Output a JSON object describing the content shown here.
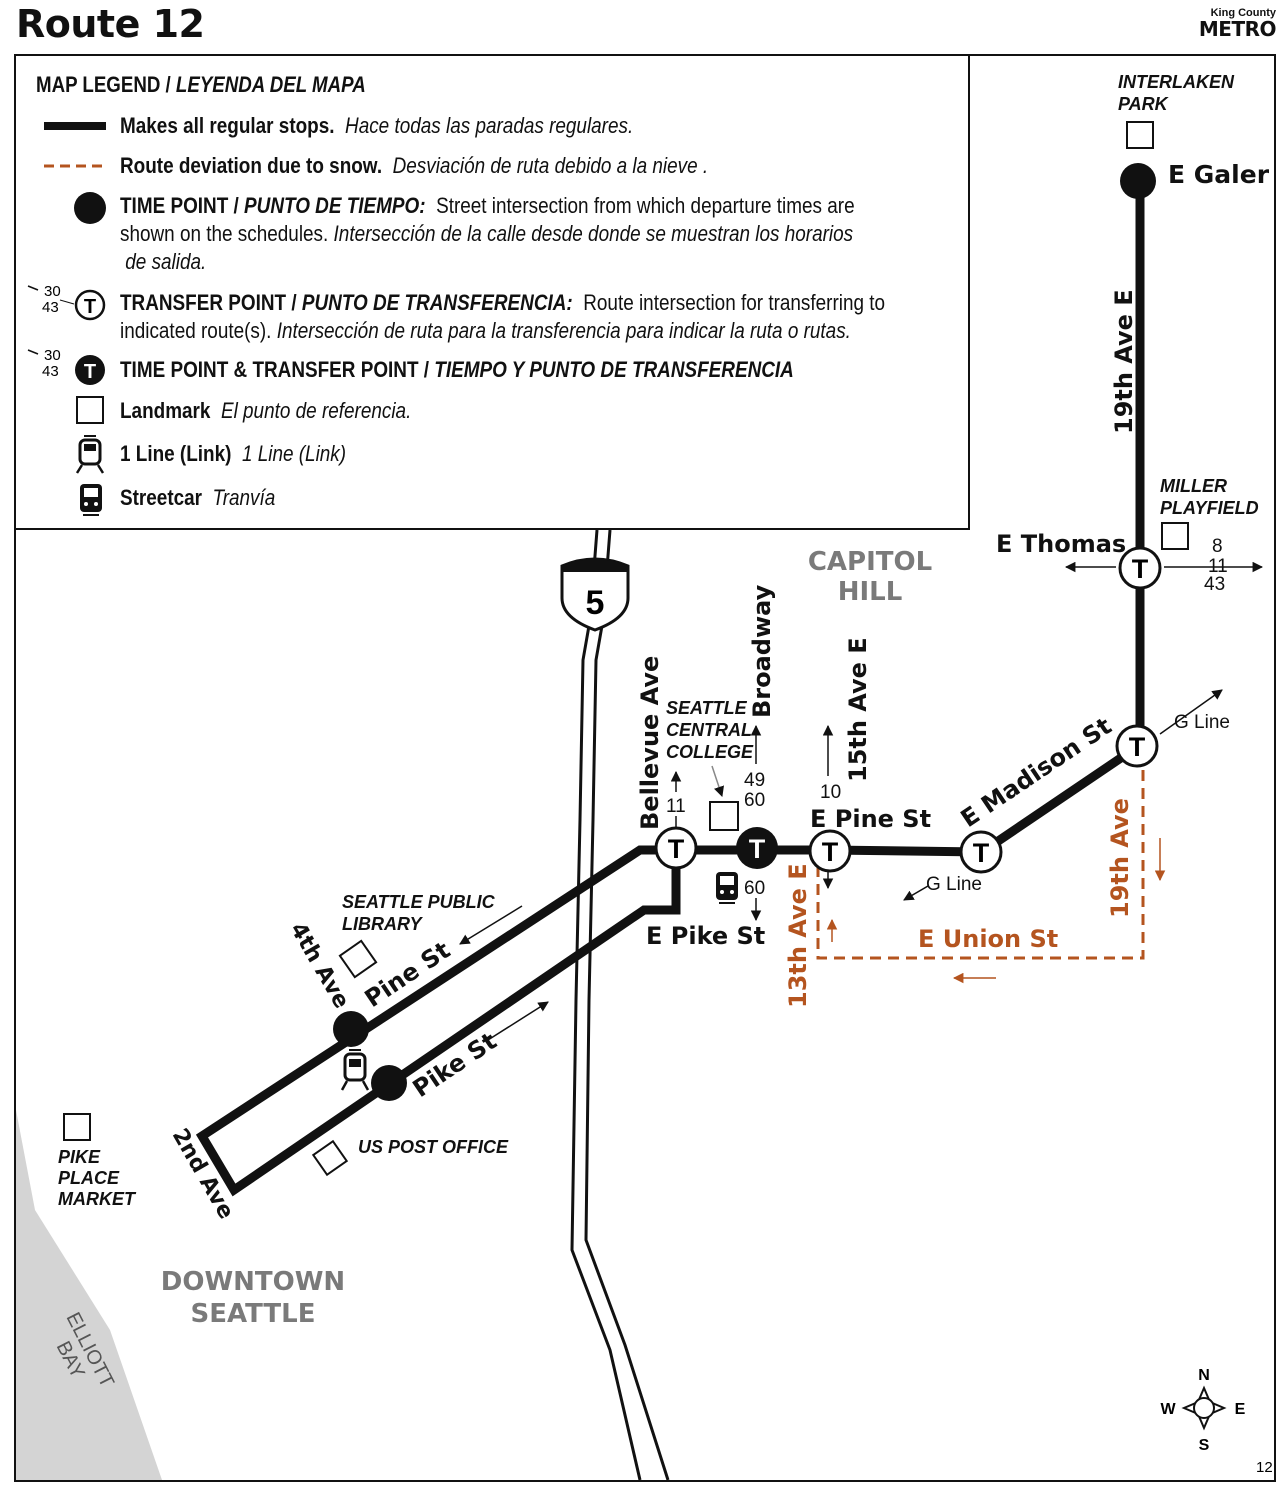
{
  "header": {
    "title": "Route 12",
    "logo_top": "King County",
    "logo_bottom": "METRO"
  },
  "legend": {
    "title": "MAP LEGEND / ",
    "title_es": "LEYENDA DEL MAPA",
    "regular_en": "Makes all regular stops.",
    "regular_es": "Hace todas las paradas regulares.",
    "deviation_en": "Route deviation due to snow.",
    "deviation_es": "Desviación de ruta debido a la nieve .",
    "timepoint_en": "TIME POINT / ",
    "timepoint_en_it": "PUNTO DE TIEMPO:",
    "timepoint_desc": "Street intersection from which departure times are",
    "timepoint_desc2": "shown on the schedules.",
    "timepoint_desc_es": "Intersección de la calle desde donde se muestran los horarios",
    "timepoint_desc_es2": "de salida.",
    "transfer_en": "TRANSFER POINT / ",
    "transfer_en_it": "PUNTO DE TRANSFERENCIA:",
    "transfer_desc": "Route intersection for transferring to",
    "transfer_desc2": "indicated route(s).",
    "transfer_desc_es": "Intersección de ruta para la transferencia para indicar la ruta o rutas.",
    "timetransfer_en": "TIME POINT & TRANSFER POINT / ",
    "timetransfer_es": "TIEMPO Y PUNTO DE TRANSFERENCIA",
    "landmark_en": "Landmark",
    "landmark_es": "El punto de referencia.",
    "link_en": "1 Line (Link)",
    "link_es": "1 Line (Link)",
    "streetcar_en": "Streetcar",
    "streetcar_es": "Tranvía",
    "sample_routes_a": "30",
    "sample_routes_b": "43",
    "t_glyph": "T"
  },
  "map": {
    "landmarks": {
      "interlaken": [
        "INTERLAKEN",
        "PARK"
      ],
      "miller": [
        "MILLER",
        "PLAYFIELD"
      ],
      "seattle_central": [
        "SEATTLE",
        "CENTRAL",
        "COLLEGE"
      ],
      "library": [
        "SEATTLE PUBLIC",
        "LIBRARY"
      ],
      "post_office": "US POST OFFICE",
      "pike_place": [
        "PIKE",
        "PLACE",
        "MARKET"
      ]
    },
    "areas": {
      "capitol_hill": [
        "CAPITOL",
        "HILL"
      ],
      "downtown": [
        "DOWNTOWN",
        "SEATTLE"
      ],
      "elliott_bay": [
        "ELLIOTT",
        "BAY"
      ]
    },
    "streets": {
      "e_galer": "E Galer",
      "nineteenth_e": "19th Ave E",
      "e_thomas": "E Thomas",
      "e_madison": "E Madison St",
      "e_pine": "E Pine St",
      "fifteenth_e": "15th Ave E",
      "broadway": "Broadway",
      "bellevue": "Bellevue Ave",
      "e_pike": "E Pike St",
      "pine_st": "Pine St",
      "pike_st": "Pike St",
      "fourth_ave": "4th Ave",
      "second_ave": "2nd Ave",
      "thirteenth_e": "13th Ave E",
      "nineteenth_ave": "19th Ave",
      "e_union": "E Union St"
    },
    "transfers": {
      "thomas_routes": [
        "8",
        "11",
        "43"
      ],
      "g_line": "G Line",
      "bellevue_route": "11",
      "broadway_routes": [
        "49",
        "60"
      ],
      "broadway_south": "60",
      "fifteenth_route": "10"
    },
    "interstate": "5",
    "compass": {
      "n": "N",
      "s": "S",
      "e": "E",
      "w": "W"
    },
    "page_number": "12",
    "colors": {
      "route": "#111111",
      "deviation": "#b4541f",
      "water": "#d4d4d4",
      "area_label": "#7a7a7a"
    }
  }
}
